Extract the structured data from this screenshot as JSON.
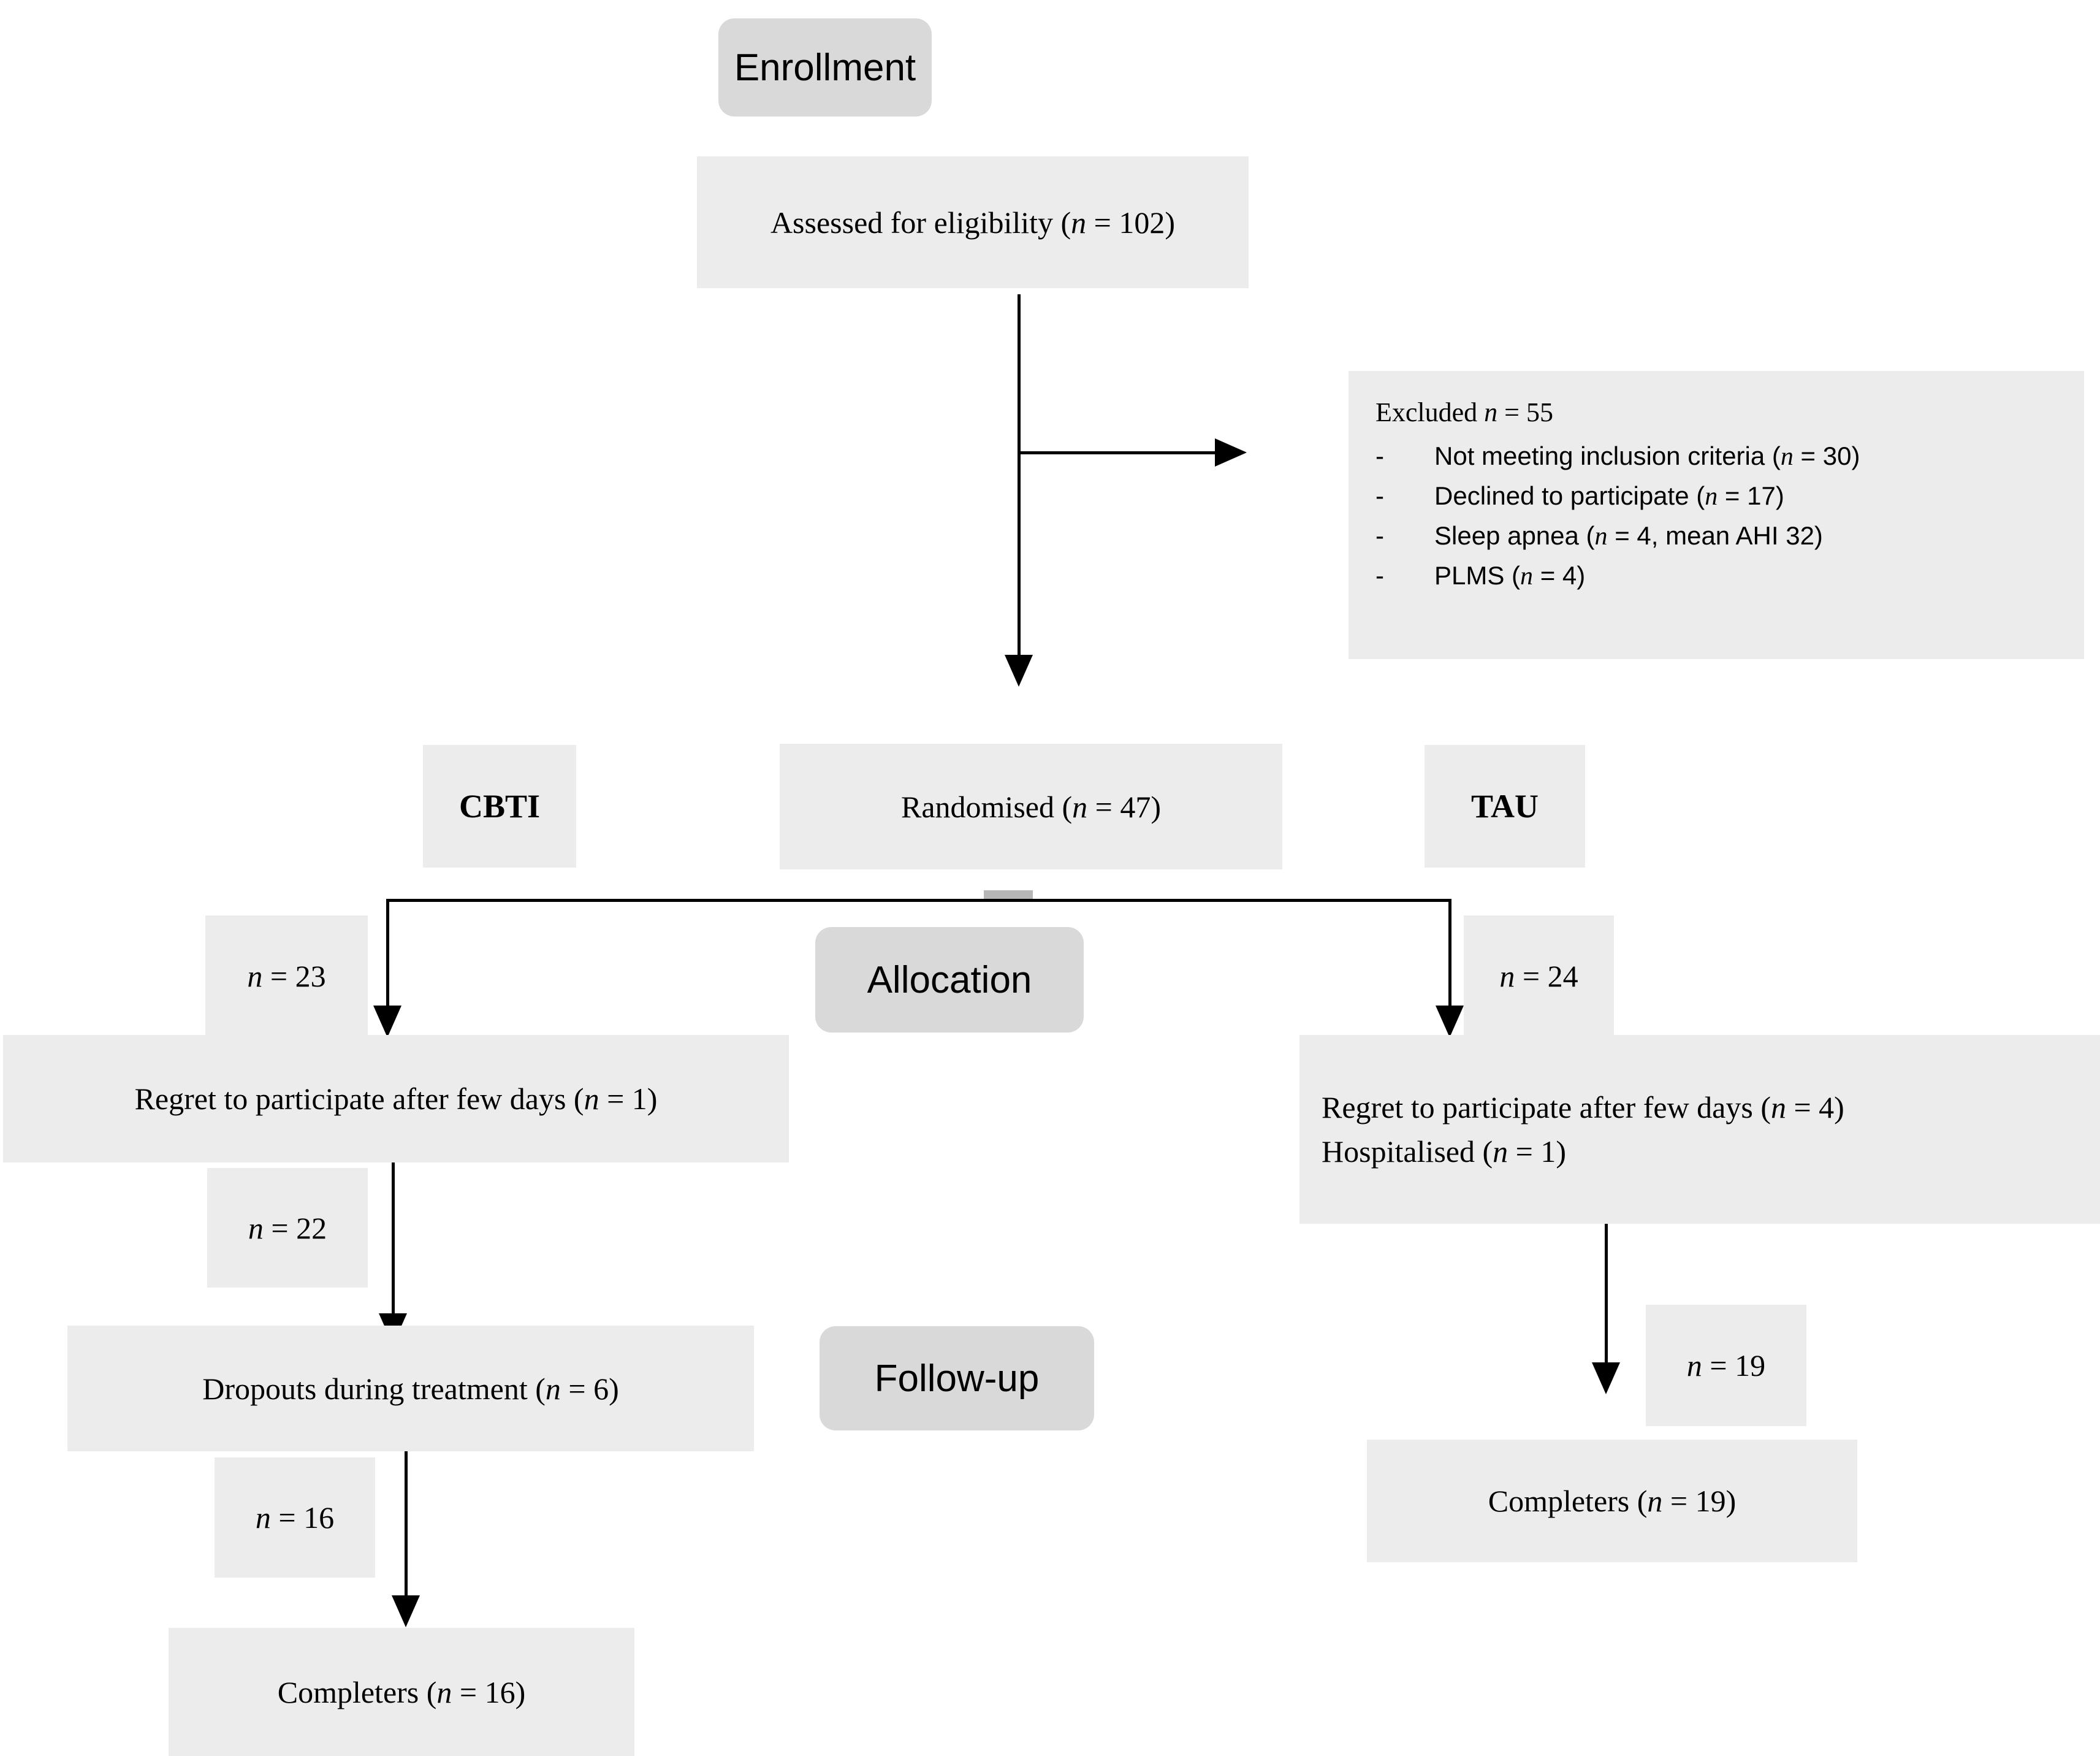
{
  "diagram": {
    "title": "CONSORT participant flow diagram",
    "colors": {
      "stage_header_fill": "#d9d9d9",
      "node_fill": "#ececec",
      "connector": "#000000",
      "page_background": "#ffffff"
    }
  },
  "stage_headers": {
    "enrollment": "Enrollment",
    "allocation": "Allocation",
    "followup": "Follow-up"
  },
  "nodes": {
    "assessed": "Assessed for eligibility (n = 102)",
    "randomised": "Randomised (n = 47)",
    "cbti_label": "CBTI",
    "tau_label": "TAU",
    "cbti_regret": "Regret to participate after few days (n = 1)",
    "cbti_dropouts": "Dropouts during treatment (n = 6)",
    "cbti_completers": "Completers (n = 16)",
    "tau_regret": "Regret to participate after few days (n = 4)",
    "tau_hospitalised": "Hospitalised (n = 1)",
    "tau_completers": "Completers (n = 19)"
  },
  "edge_labels": {
    "cbti_allocated": "n = 23",
    "cbti_after_regret": "n = 22",
    "cbti_after_dropouts": "n = 16",
    "tau_allocated": "n = 24",
    "tau_after_losses": "n = 19"
  },
  "excluded": {
    "heading": "Excluded n = 55",
    "heading_prefix": "Excluded ",
    "heading_n": "n",
    "heading_suffix": " = 55",
    "bullet_marker": "-",
    "items": [
      "Not meeting inclusion criteria (n = 30)",
      "Declined to participate (n = 17)",
      "Sleep apnea (n = 4, mean AHI 32)",
      "PLMS (n = 4)"
    ]
  },
  "chart_data": {
    "type": "table",
    "title": "CONSORT participant flow",
    "stages": [
      "Enrollment",
      "Allocation",
      "Follow-up"
    ],
    "counts": {
      "assessed_for_eligibility": 102,
      "excluded_total": 55,
      "excluded_not_meeting_inclusion_criteria": 30,
      "excluded_declined_to_participate": 17,
      "excluded_sleep_apnea": 4,
      "excluded_sleep_apnea_mean_AHI": 32,
      "excluded_PLMS": 4,
      "randomised": 47,
      "cbti_allocated": 23,
      "cbti_regret_after_few_days": 1,
      "cbti_after_regret": 22,
      "cbti_dropouts_during_treatment": 6,
      "cbti_completers": 16,
      "tau_allocated": 24,
      "tau_regret_after_few_days": 4,
      "tau_hospitalised": 1,
      "tau_completers": 19
    },
    "arms": [
      "CBTI",
      "TAU"
    ]
  }
}
